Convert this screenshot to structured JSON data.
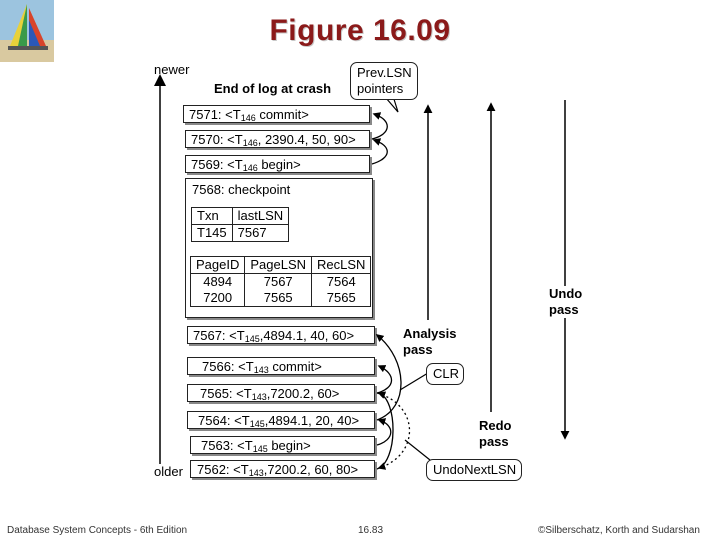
{
  "title": "Figure 16.09",
  "axis": {
    "top_label": "newer",
    "bottom_label": "older"
  },
  "header": "End of log at crash",
  "records": [
    {
      "lsn": "7571: <T",
      "sub": "146",
      "rest": " commit>"
    },
    {
      "lsn": "7570: <T",
      "sub": "146",
      "rest": ", 2390.4, 50, 90>"
    },
    {
      "lsn": "7569: <T",
      "sub": "146",
      "rest": " begin>"
    },
    {
      "lsn": "7567: <T",
      "sub": "145",
      "rest": ",4894.1, 40, 60>"
    },
    {
      "lsn": "7566: <T",
      "sub": "143",
      "rest": " commit>"
    },
    {
      "lsn": "7565: <T",
      "sub": "143",
      "rest": ",7200.2, 60>"
    },
    {
      "lsn": "7564: <T",
      "sub": "145",
      "rest": ",4894.1, 20, 40>"
    },
    {
      "lsn": "7563: <T",
      "sub": "145",
      "rest": " begin>"
    },
    {
      "lsn": "7562: <T",
      "sub": "143",
      "rest": ",7200.2, 60, 80>"
    }
  ],
  "checkpoint": {
    "label": "7568: checkpoint",
    "txn_table": {
      "headers": [
        "Txn",
        "lastLSN"
      ],
      "rows": [
        [
          "T145",
          "7567"
        ]
      ]
    },
    "page_table": {
      "headers": [
        "PageID",
        "PageLSN",
        "RecLSN"
      ],
      "rows": [
        [
          "4894",
          "7567",
          "7564"
        ],
        [
          "7200",
          "7565",
          "7565"
        ]
      ]
    }
  },
  "callouts": {
    "prevlsn": [
      "Prev.LSN",
      "pointers"
    ],
    "clr": "CLR",
    "undonextlsn": "UndoNextLSN"
  },
  "passes": {
    "analysis": [
      "Analysis",
      "pass"
    ],
    "redo": [
      "Redo",
      "pass"
    ],
    "undo": [
      "Undo",
      "pass"
    ]
  },
  "footer": {
    "left": "Database System Concepts - 6th Edition",
    "center": "16.83",
    "right": "©Silberschatz, Korth and Sudarshan"
  }
}
